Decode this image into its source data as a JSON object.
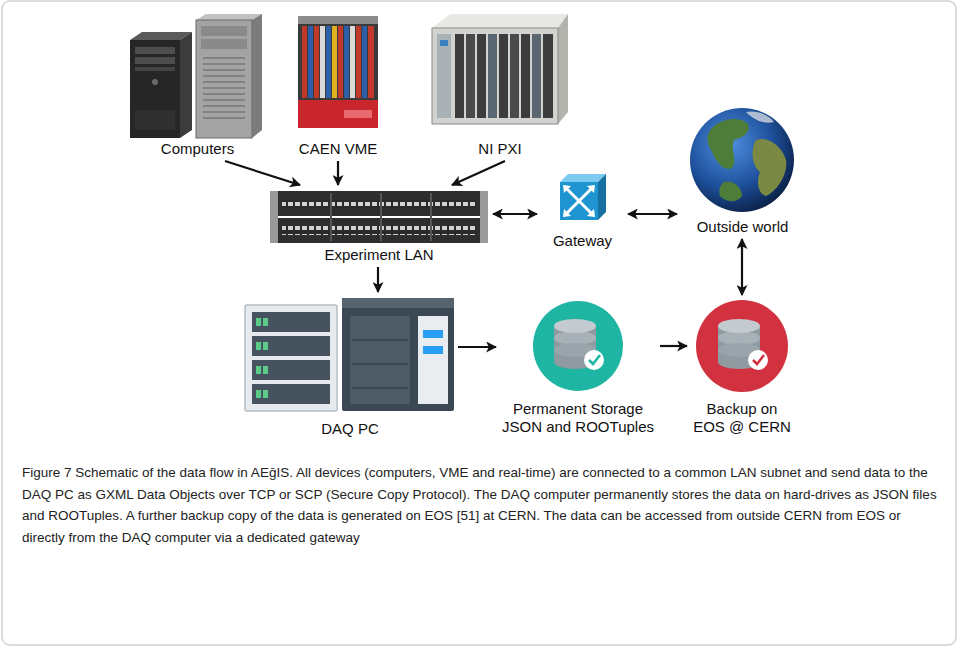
{
  "diagram": {
    "caption": "Figure 7 Schematic of the data flow in AEḡIS. All devices (computers, VME and real-time) are connected to a common LAN subnet and send data to the DAQ PC as GXML Data Objects over TCP or SCP (Secure Copy Protocol). The DAQ computer permanently stores the data on hard-drives as JSON files and ROOTuples. A further backup copy of the data is generated on EOS [51] at CERN. The data can be accessed from outside CERN from EOS or directly from the DAQ computer via a dedicated gateway",
    "nodes": [
      {
        "text": [
          "Computers"
        ]
      },
      {
        "text": [
          "CAEN VME"
        ]
      },
      {
        "text": [
          "NI PXI"
        ]
      },
      {
        "text": [
          "Experiment LAN"
        ]
      },
      {
        "text": [
          "Gateway"
        ]
      },
      {
        "text": [
          "Outside world"
        ]
      },
      {
        "text": [
          "DAQ PC"
        ]
      },
      {
        "text": [
          "Permanent Storage JSON and ROOTuples"
        ]
      },
      {
        "text": [
          "Backup on EOS @ CERN"
        ]
      }
    ],
    "edges": [
      {
        "from": 0,
        "to": 3,
        "arrow": "to"
      },
      {
        "from": 1,
        "to": 3,
        "arrow": "to"
      },
      {
        "from": 2,
        "to": 3,
        "arrow": "to"
      },
      {
        "from": 3,
        "to": 4,
        "arrow": "both"
      },
      {
        "from": 4,
        "to": 5,
        "arrow": "both"
      },
      {
        "from": 3,
        "to": 6,
        "arrow": "to"
      },
      {
        "from": 6,
        "to": 7,
        "arrow": "to"
      },
      {
        "from": 7,
        "to": 8,
        "arrow": "to"
      },
      {
        "from": 5,
        "to": 8,
        "arrow": "both"
      }
    ]
  }
}
